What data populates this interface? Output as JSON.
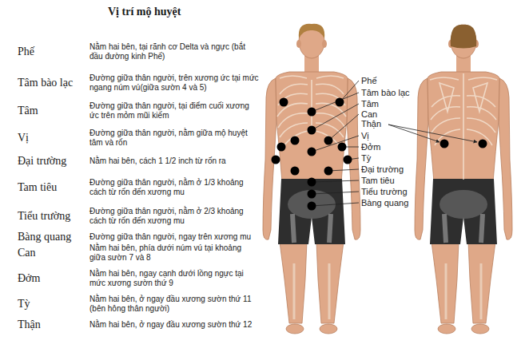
{
  "diagram": {
    "title": "Vị trí mộ huyệt",
    "labels": [
      "Phế",
      "Nằm hai bên, tại rãnh cơ Delta và ngực (bắt đầu đường kinh Phế)",
      "Tâm bào lạc",
      "Đường giữa thân người, trên xương ức tại mức ngang núm vú(giữa sườn 4 và 5)",
      "Tâm",
      "Đường giữa thân người, tại điểm cuối xương ức trên mỏm mũi kiếm",
      "Vị",
      "Đường giữa thân người, nằm giữa mộ huyệt tâm và rốn",
      "Đại trường",
      "Nằm hai bên, cách 1 1/2 inch từ rốn ra",
      "Tam tiêu",
      "Đường giữa thân người, nằm ở 1/3 khoảng cách từ rốn đến xương mu",
      "Tiểu trường",
      "Đường giữa thân người, nằm ở 2/3 khoảng cách từ rốn đến xương mu",
      "Bàng quang",
      "Đường giữa thân người, ngay trên xương mu",
      "Can",
      "Nằm hai bên, phía dưới núm vú tại khoảng giữa sườn 7 và 8",
      "Đởm",
      "Nằm hai bên, ngay cạnh dưới lồng ngực tại mức xương sườn thứ 9",
      "Tỳ",
      "Nằm hai bên, ở ngay đầu xương sườn thứ 11 (bên hông thân người)",
      "Thận",
      "Nằm hai bên, ở ngay đầu xương sườn thứ 12",
      "Phế",
      "Tâm bào lạc",
      "Tâm",
      "Can",
      "Thận",
      "Vị",
      "Đởm",
      "Tỳ",
      "Đại trường",
      "Tam tiêu",
      "Tiểu trường",
      "Bàng quang"
    ]
  }
}
